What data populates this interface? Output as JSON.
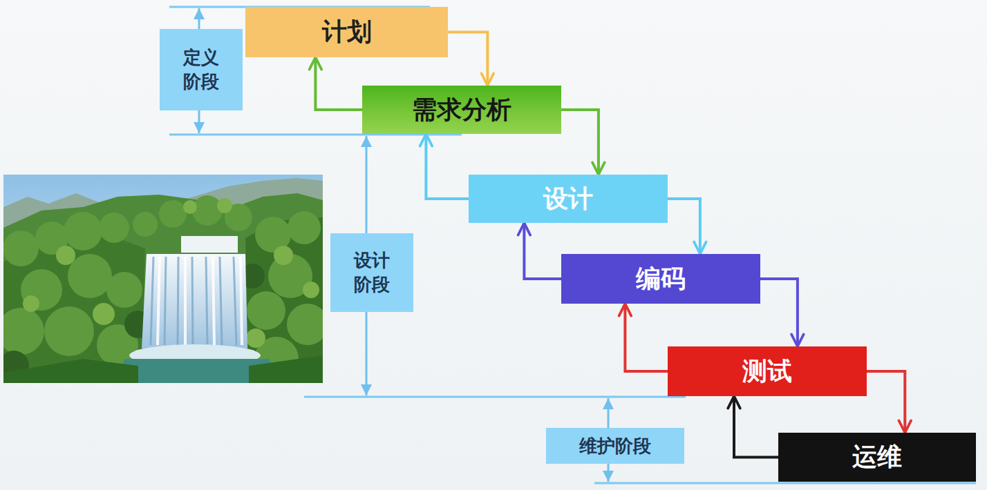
{
  "diagram": {
    "nodes": [
      {
        "text": [
          "计划"
        ]
      },
      {
        "text": [
          "定义阶段"
        ]
      },
      {
        "text": [
          "需求分析"
        ]
      },
      {
        "text": [
          "设计"
        ]
      },
      {
        "text": [
          "设计阶段"
        ]
      },
      {
        "text": [
          "编码"
        ]
      },
      {
        "text": [
          "测试"
        ]
      },
      {
        "text": [
          "维护阶段"
        ]
      },
      {
        "text": [
          "运维"
        ]
      }
    ],
    "edges": [
      {
        "from": 0,
        "to": 2,
        "arrow": "to"
      },
      {
        "from": 2,
        "to": 0,
        "arrow": "to"
      },
      {
        "from": 2,
        "to": 3,
        "arrow": "to"
      },
      {
        "from": 3,
        "to": 2,
        "arrow": "to"
      },
      {
        "from": 3,
        "to": 5,
        "arrow": "to"
      },
      {
        "from": 5,
        "to": 3,
        "arrow": "to"
      },
      {
        "from": 5,
        "to": 6,
        "arrow": "to"
      },
      {
        "from": 6,
        "to": 5,
        "arrow": "to"
      },
      {
        "from": 6,
        "to": 8,
        "arrow": "to"
      },
      {
        "from": 8,
        "to": 6,
        "arrow": "to"
      }
    ]
  }
}
